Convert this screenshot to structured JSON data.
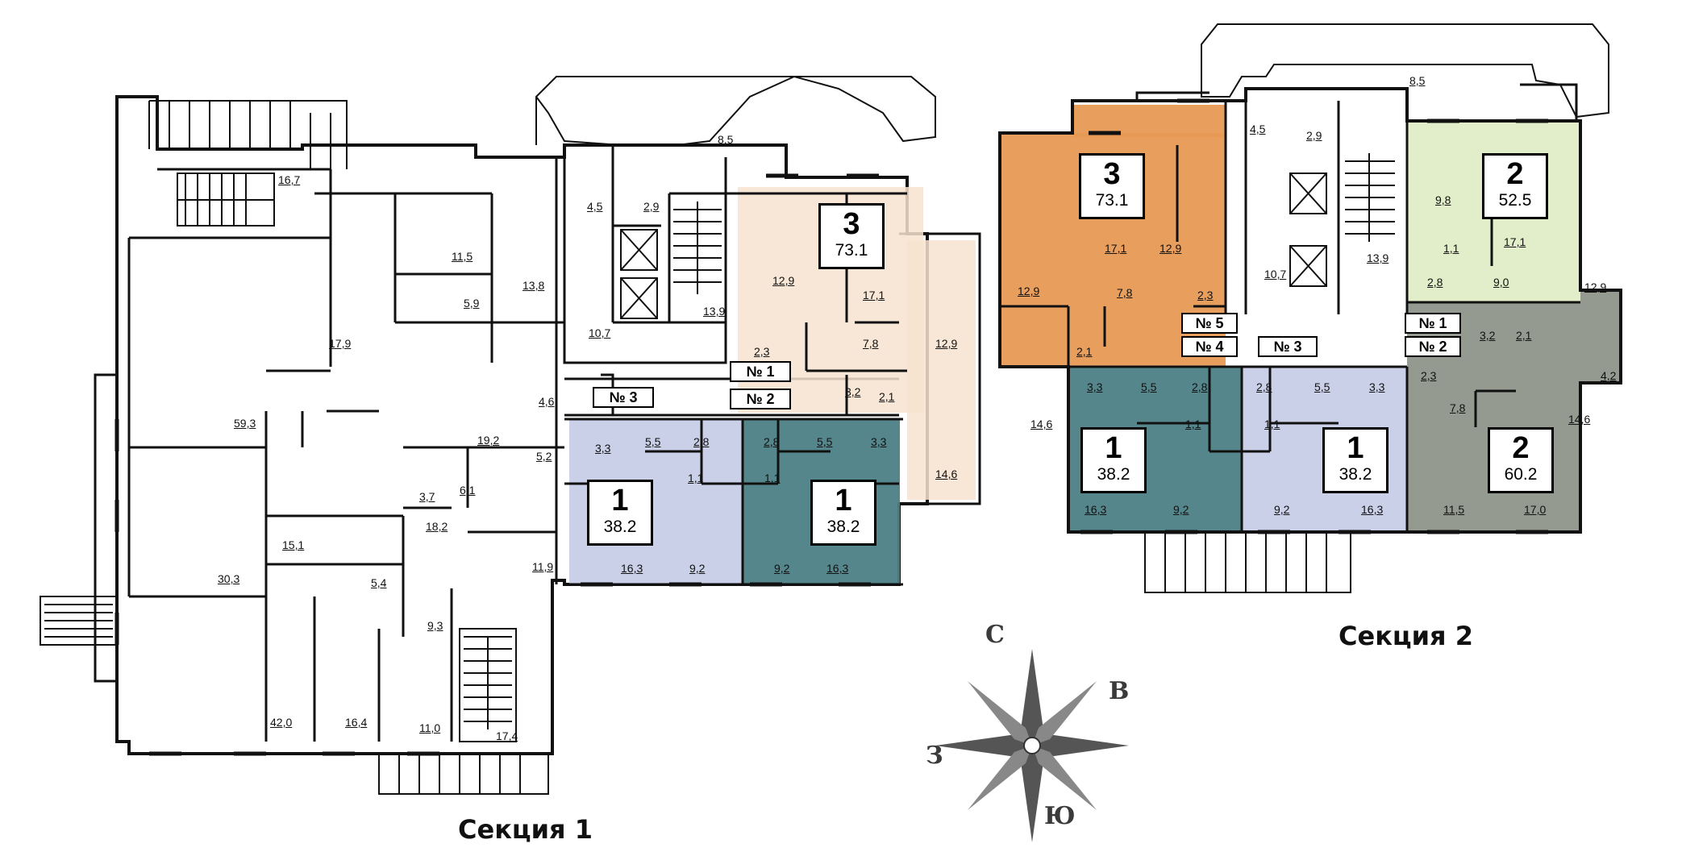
{
  "sections": {
    "section_1": "Секция 1",
    "section_2": "Секция 2"
  },
  "compass": {
    "north": "С",
    "east": "В",
    "south": "Ю",
    "west": "З"
  },
  "colors": {
    "peach_3room": "#f7e3cf",
    "lavender_1room": "#c6cde6",
    "teal_1room": "#4c7f86",
    "orange_3room": "#e79a55",
    "lightgreen_2room": "#e0ecc7",
    "gray_2room": "#8f958a",
    "wall": "#111111"
  },
  "section_1_apartments": [
    {
      "rooms": "3",
      "area": "73.1"
    },
    {
      "rooms": "1",
      "area": "38.2"
    },
    {
      "rooms": "1",
      "area": "38.2"
    }
  ],
  "section_2_apartments": [
    {
      "rooms": "3",
      "area": "73.1"
    },
    {
      "rooms": "2",
      "area": "52.5"
    },
    {
      "rooms": "1",
      "area": "38.2"
    },
    {
      "rooms": "1",
      "area": "38.2"
    },
    {
      "rooms": "2",
      "area": "60.2"
    }
  ],
  "section_1_numbers": [
    "№ 3",
    "№ 1",
    "№ 2"
  ],
  "section_2_numbers": [
    "№ 5",
    "№ 4",
    "№ 3",
    "№ 1",
    "№ 2"
  ],
  "section_1_areas": [
    "16,7",
    "11,5",
    "13,8",
    "5,9",
    "17,9",
    "59,3",
    "4,6",
    "19,2",
    "5,2",
    "3,7",
    "6,1",
    "18,2",
    "15,1",
    "30,3",
    "5,4",
    "11,9",
    "9,3",
    "42,0",
    "16,4",
    "11,0",
    "17,4",
    "8,5",
    "4,5",
    "2,9",
    "10,7",
    "13,9",
    "12,9",
    "17,1",
    "2,3",
    "7,8",
    "12,9",
    "3,2",
    "2,1",
    "14,6",
    "3,3",
    "5,5",
    "2,8",
    "2,8",
    "5,5",
    "3,3",
    "1,1",
    "1,1",
    "16,3",
    "9,2",
    "9,2",
    "16,3"
  ],
  "section_2_areas": [
    "8,5",
    "4,5",
    "2,9",
    "9,8",
    "17,1",
    "12,9",
    "12,9",
    "17,1",
    "10,7",
    "13,9",
    "1,1",
    "2,8",
    "9,0",
    "7,8",
    "2,3",
    "2,1",
    "2,1",
    "3,2",
    "12,9",
    "14,6",
    "4,2",
    "3,3",
    "5,5",
    "2,8",
    "2,8",
    "5,5",
    "3,3",
    "1,1",
    "1,1",
    "2,3",
    "7,8",
    "14,6",
    "16,3",
    "9,2",
    "9,2",
    "16,3",
    "11,5",
    "17,0"
  ]
}
